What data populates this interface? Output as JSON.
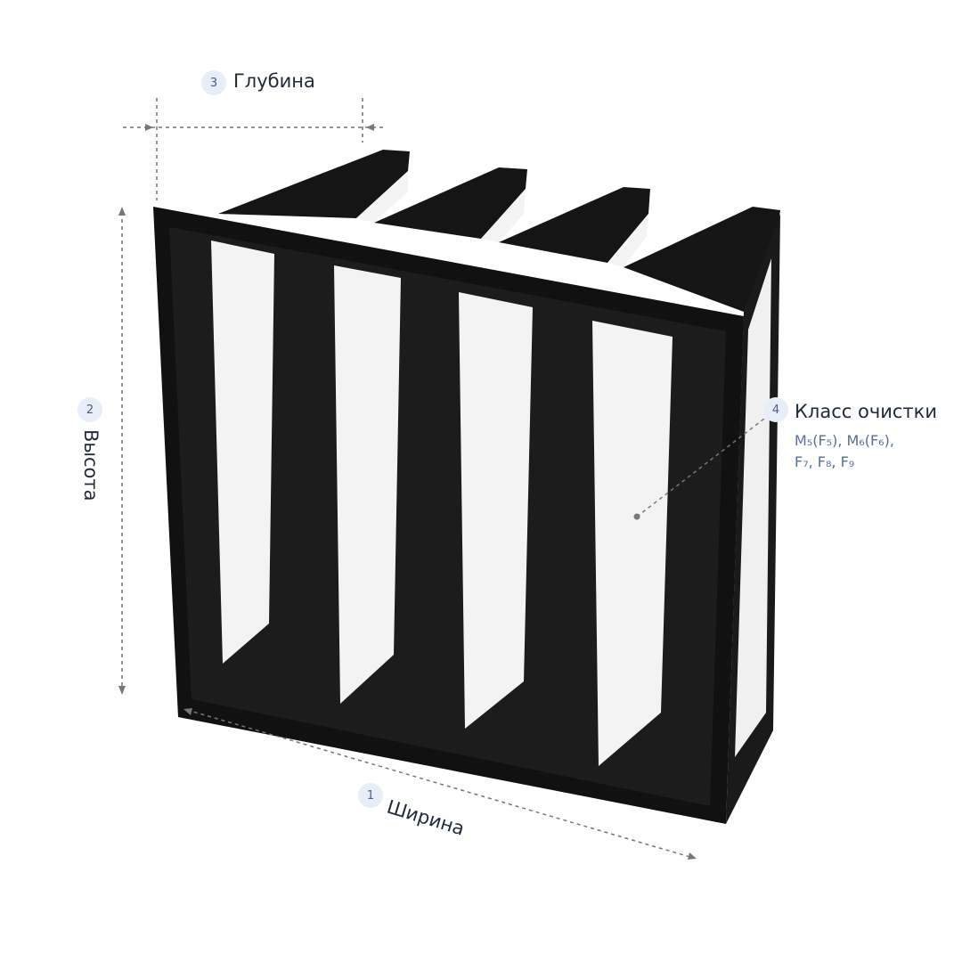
{
  "dimensions": [
    {
      "number": "1",
      "label": "Ширина"
    },
    {
      "number": "2",
      "label": "Высота"
    },
    {
      "number": "3",
      "label": "Глубина"
    },
    {
      "number": "4",
      "label": "Класс очистки"
    }
  ],
  "filter_classes": {
    "line1": "M₅(F₅), M₆(F₆),",
    "line2": "F₇, F₈, F₉"
  },
  "colors": {
    "frame": "#111111",
    "media": "#f2f2f2",
    "accent": "#4a5f86",
    "badge_bg": "#e8eef8"
  }
}
